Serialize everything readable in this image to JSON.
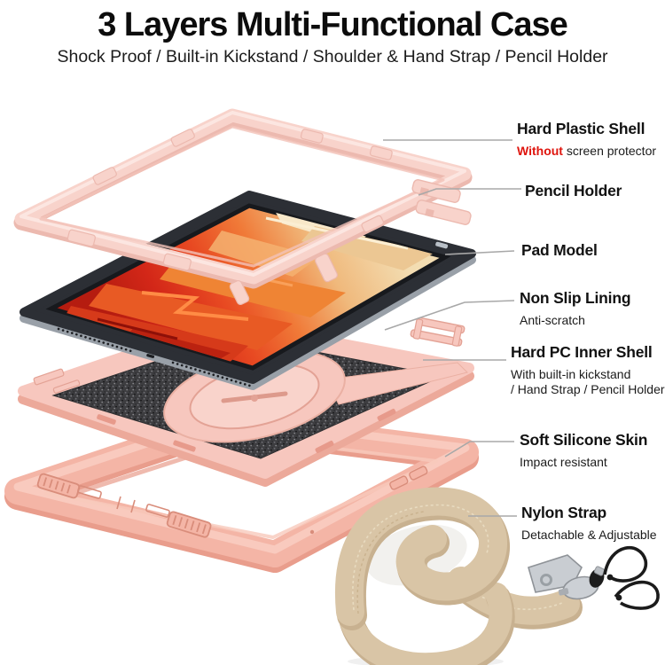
{
  "header": {
    "title": "3 Layers Multi-Functional Case",
    "subtitle": "Shock Proof / Built-in Kickstand / Shoulder & Hand Strap / Pencil Holder"
  },
  "callouts": [
    {
      "id": "hard-plastic-shell",
      "title": "Hard Plastic Shell",
      "note_accent": "Without",
      "note": " screen protector"
    },
    {
      "id": "pencil-holder",
      "title": "Pencil Holder"
    },
    {
      "id": "pad-model",
      "title": "Pad Model"
    },
    {
      "id": "non-slip-lining",
      "title": "Non Slip Lining",
      "note": "Anti-scratch"
    },
    {
      "id": "hard-pc-inner-shell",
      "title": "Hard PC Inner Shell",
      "note": "With built-in kickstand",
      "note2": "/ Hand Strap / Pencil Holder"
    },
    {
      "id": "soft-silicone-skin",
      "title": "Soft Silicone Skin",
      "note": "Impact resistant"
    },
    {
      "id": "nylon-strap",
      "title": "Nylon Strap",
      "note": "Detachable & Adjustable"
    }
  ],
  "colors": {
    "accent_red": "#df150e",
    "shell_pink": "#f8d3cb",
    "inner_shell_pink": "#f7c7be",
    "silicone_pink": "#f4b5a6",
    "lining_black": "#3d3d40",
    "strap_beige": "#d9c5a6",
    "tablet_dark": "#2c2f35",
    "leader_gray": "#a8a8a8",
    "text_black": "#121212"
  }
}
